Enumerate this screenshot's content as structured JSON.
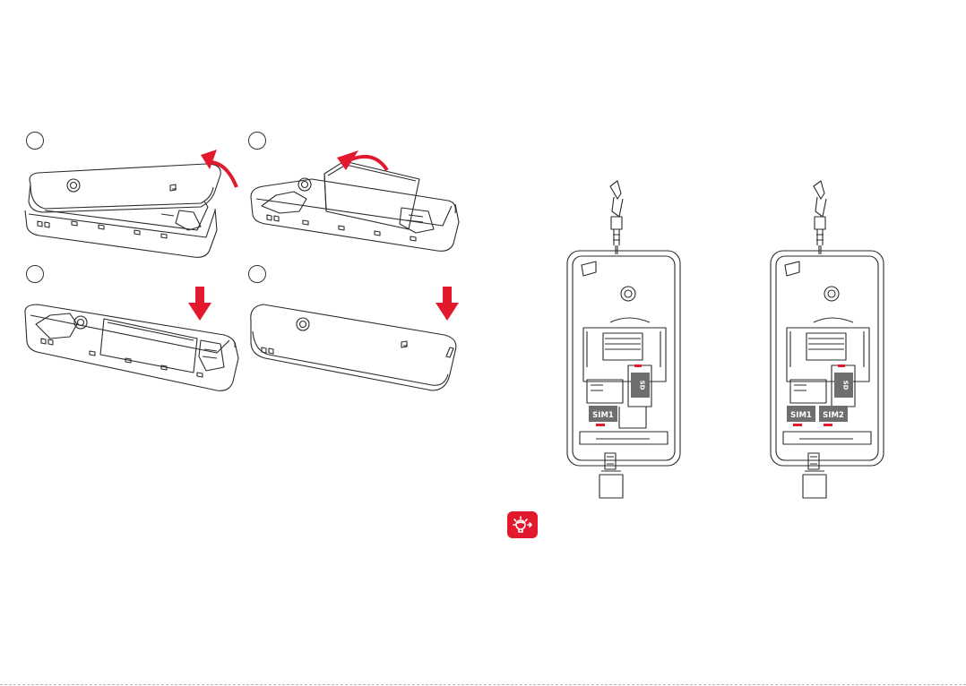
{
  "steps": [
    {
      "figure": "remove-back-cover",
      "arrow": "curved-arrow-up-right"
    },
    {
      "figure": "remove-battery",
      "arrow": "curved-arrow-down-left"
    },
    {
      "figure": "insert-battery",
      "arrow": "arrow-down"
    },
    {
      "figure": "replace-back-cover",
      "arrow": "arrow-down"
    }
  ],
  "sim_diagrams": [
    {
      "slots": [
        "SIM1",
        "SD"
      ],
      "name": "single-sim"
    },
    {
      "slots": [
        "SIM1",
        "SD",
        "SIM2"
      ],
      "name": "dual-sim"
    }
  ],
  "labels": {
    "sim1": "SIM1",
    "sim2": "SIM2",
    "sd": "SD"
  },
  "colors": {
    "accent_red": "#e2192c",
    "line": "#2b2b2b",
    "slot_gray": "#6e6e6e"
  },
  "icons": {
    "tip": "lightbulb-tip-icon"
  }
}
